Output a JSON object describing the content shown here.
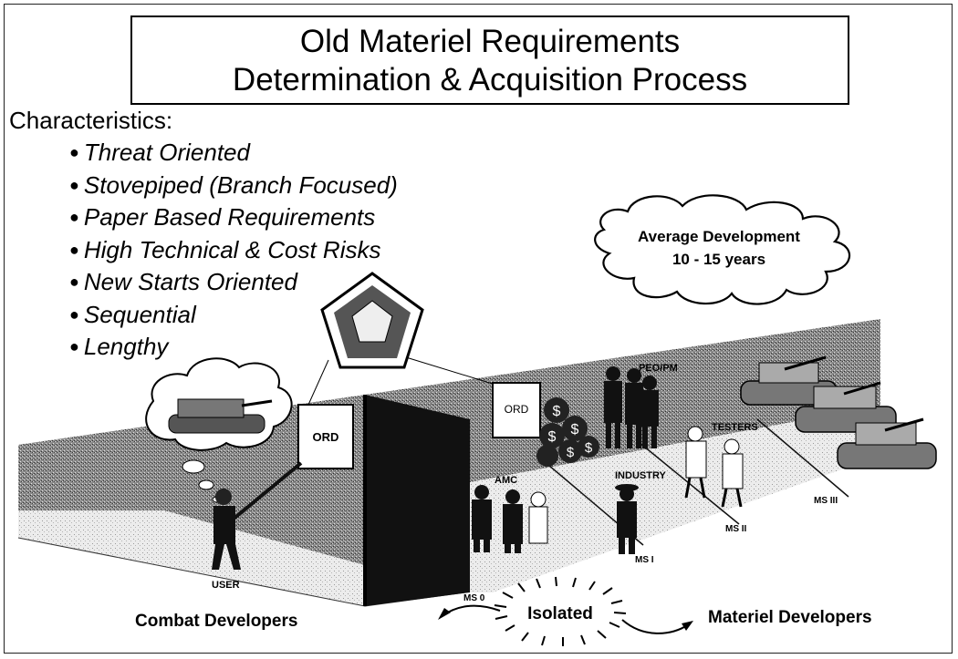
{
  "title": {
    "line1": "Old Materiel Requirements",
    "line2": "Determination & Acquisition Process"
  },
  "characteristics": {
    "label": "Characteristics:",
    "items": [
      "Threat Oriented",
      "Stovepiped (Branch Focused)",
      "Paper Based Requirements",
      "High Technical & Cost Risks",
      "New Starts Oriented",
      "Sequential",
      "Lengthy"
    ]
  },
  "cloud": {
    "line1": "Average Development",
    "line2": "10 - 15 years"
  },
  "scene_labels": {
    "ord_left": "ORD",
    "ord_right": "ORD",
    "peo_pm": "PEO/PM",
    "testers": "TESTERS",
    "amc": "AMC",
    "industry": "INDUSTRY",
    "ms_0": "MS 0",
    "ms_1": "MS I",
    "ms_2": "MS II",
    "ms_3": "MS III",
    "user": "USER"
  },
  "bottom": {
    "combat": "Combat Developers",
    "isolated": "Isolated",
    "materiel": "Materiel Developers"
  }
}
